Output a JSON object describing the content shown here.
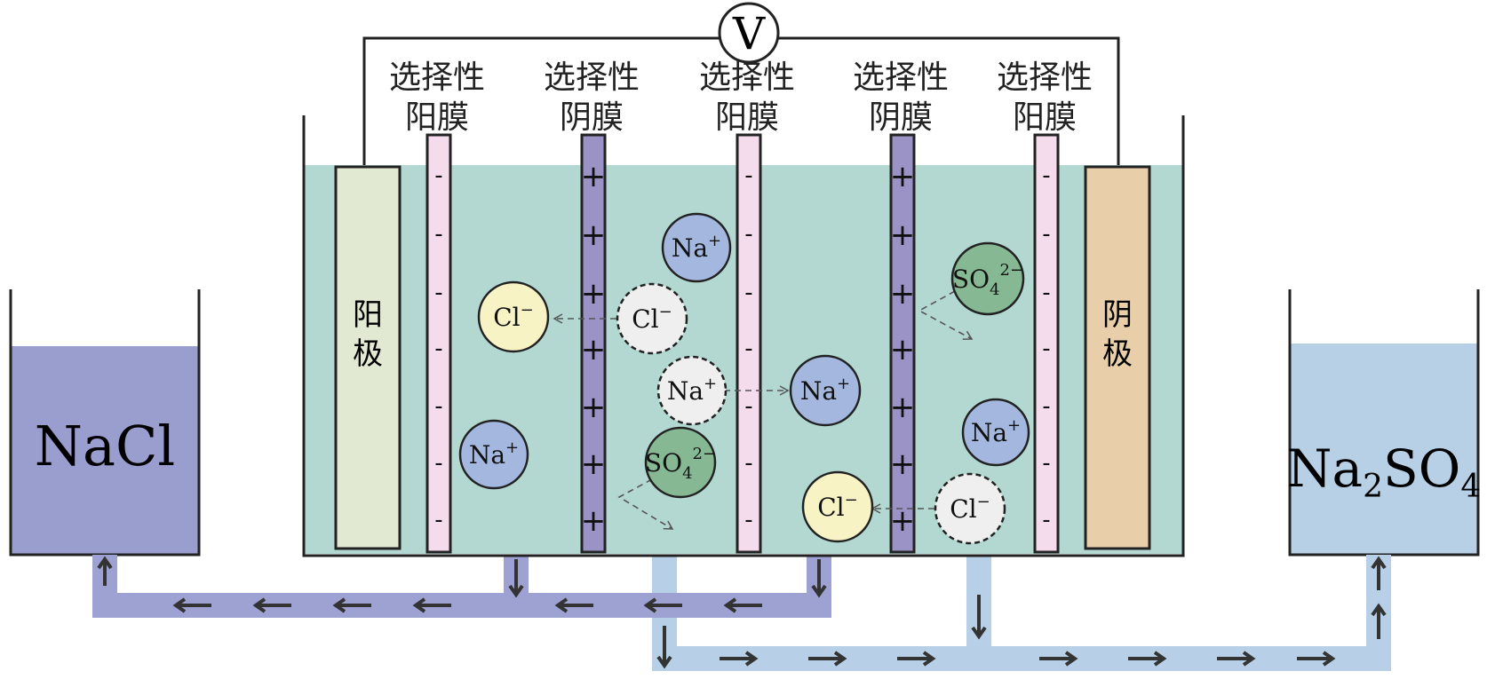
{
  "voltmeter": {
    "symbol": "V"
  },
  "membranes": [
    {
      "label_line1": "选择性",
      "label_line2": "阳膜",
      "type": "cation",
      "charge": "-"
    },
    {
      "label_line1": "选择性",
      "label_line2": "阴膜",
      "type": "anion",
      "charge": "+"
    },
    {
      "label_line1": "选择性",
      "label_line2": "阳膜",
      "type": "cation",
      "charge": "-"
    },
    {
      "label_line1": "选择性",
      "label_line2": "阴膜",
      "type": "anion",
      "charge": "+"
    },
    {
      "label_line1": "选择性",
      "label_line2": "阳膜",
      "type": "cation",
      "charge": "-"
    }
  ],
  "electrodes": {
    "anode": {
      "char1": "阳",
      "char2": "极"
    },
    "cathode": {
      "char1": "阴",
      "char2": "极"
    }
  },
  "tanks": {
    "left": {
      "label": "NaCl"
    },
    "right": {
      "label_base1": "Na",
      "label_sub1": "2",
      "label_base2": "SO",
      "label_sub2": "4"
    }
  },
  "ions": {
    "na": {
      "base": "Na",
      "sup": "+"
    },
    "cl": {
      "base": "Cl",
      "sup": "−"
    },
    "so4": {
      "base": "SO",
      "sub": "4",
      "sup": "2−"
    }
  },
  "colors": {
    "electrolyte": "#b3d8d1",
    "cation_membrane": "#f4dcec",
    "anion_membrane": "#9b93c6",
    "anode": "#e1e9d3",
    "cathode": "#e8cfaa",
    "nacl_tank": "#9a9ece",
    "na2so4_tank": "#b7d0e6",
    "nacl_pipe": "#9ea2d3",
    "na2so4_pipe": "#b7d0e8",
    "na_ion": "#a3b7df",
    "cl_ion": "#f8f3c5",
    "so4_ion": "#86b893",
    "ghost_ion": "#efefef"
  }
}
